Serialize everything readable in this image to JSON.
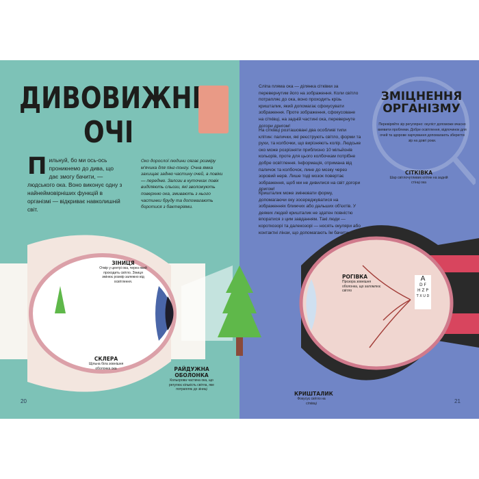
{
  "left_page": {
    "title_line1": "ДИВОВИЖНІ",
    "title_line2": "ОЧІ",
    "intro_drop_cap": "П",
    "intro": "ильнуй, бо ми ось-ось проникнемо до дива, що дає змогу бачити, — людського ока. Воно виконує одну з найнеймовірніших функцій в організмі — відкриває навколишній світ.",
    "side_text": "Око дорослої людини сягає розміру м'ячика для пінг-понгу. Очна ямка захищає задню частину очей, а повіки — передню. Залози в куточках повік виділяють сльози, які зволожують поверхню ока, змивають з нього частинки бруду та допомагають боротися з бактеріями.",
    "labels": {
      "pupil": {
        "title": "ЗІНИЦЯ",
        "text": "Отвір у центрі ока, через який проходить світло. Зіниця змінює розмір залежно від освітлення."
      },
      "sclera": {
        "title": "СКЛЕРА",
        "text": "Щільна біла зовнішня оболонка ока"
      },
      "iris": {
        "title": "РАЙДУЖНА ОБОЛОНКА",
        "text": "Кольорова частина ока, що регулює кількість світла, яке потрапляє до зіниці"
      }
    },
    "page_number": "20"
  },
  "right_page": {
    "para1": "Сліпа пляма ока — ділянка сітківки за перевернутим його на зображення. Коли світло потрапляє до ока, воно проходить крізь кришталик, який допомагає сфокусувати зображення. Проте зображення, сфокусоване на сітківці, на задній частині ока, перевернуте догори дригом!",
    "para2": "На сітківці розташовані два особливі типи клітин: палички, які реєструють світло, форми та рухи, та колбочки, що вирізняють колір. Людське око може розрізняти приблизно 10 мільйонів кольорів, проте для цього колбочкам потрібне добре освітлення. Інформація, отримана від паличок та колбочок, лине до мозку через зоровий нерв. Лише тоді мозок повертає зображення, щоб ми не дивилися на світ догори дригом!",
    "para3": "Кришталик може змінювати форму, допомагаючи оку зосереджуватися на зображеннях ближчих або дальших об'єктів. У деяких людей кришталик не здатен повністю впоратися з цим завданням. Такі люди — короткозорі та далекозорі — носять окуляри або контактні лінзи, що допомагають їм бачити.",
    "box_title": "ЗМІЦНЕННЯ ОРГАНІЗМУ",
    "box_text": "Перевіряйте зір регулярно: окуліст допоможе вчасно виявити проблеми. Добре освітлення, відпочинок для очей та здорове харчування допомагають зберегти зір на довгі роки.",
    "labels": {
      "retina": {
        "title": "СІТКІВКА",
        "text": "Шар світлочутливих клітин на задній стінці ока"
      },
      "cornea": {
        "title": "РОГІВКА",
        "text": "Прозора зовнішня оболонка, що заломлює світло"
      },
      "lens": {
        "title": "КРИШТАЛИК",
        "text": "Фокусує світло на сітківці"
      }
    },
    "eye_chart": [
      "A",
      "D F",
      "H Z P",
      "T X U D"
    ],
    "page_number": "21"
  },
  "colors": {
    "left_bg": "#7dc2b7",
    "right_bg": "#7085c6",
    "accent_pink": "#e99a86"
  }
}
